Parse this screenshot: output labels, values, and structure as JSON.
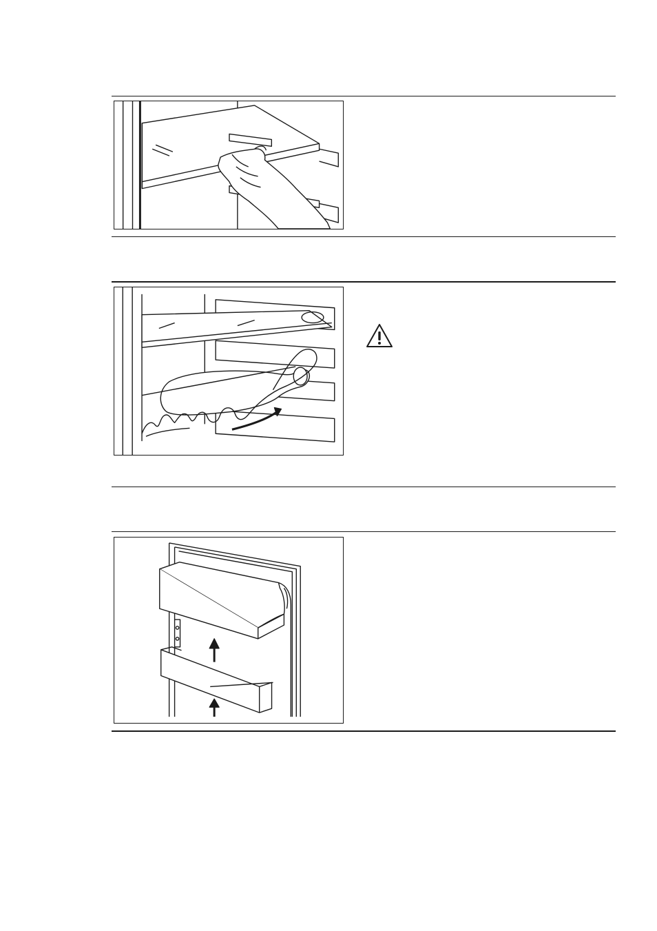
{
  "sections": [
    {
      "illustration": "shelf-removal-hand-illustration",
      "icon": null
    },
    {
      "illustration": "bottle-rack-illustration",
      "icon": "warning-triangle-icon"
    },
    {
      "illustration": "door-balcony-removal-illustration",
      "icon": null
    }
  ],
  "colors": {
    "line": "#1a1a1a",
    "background": "#ffffff"
  }
}
